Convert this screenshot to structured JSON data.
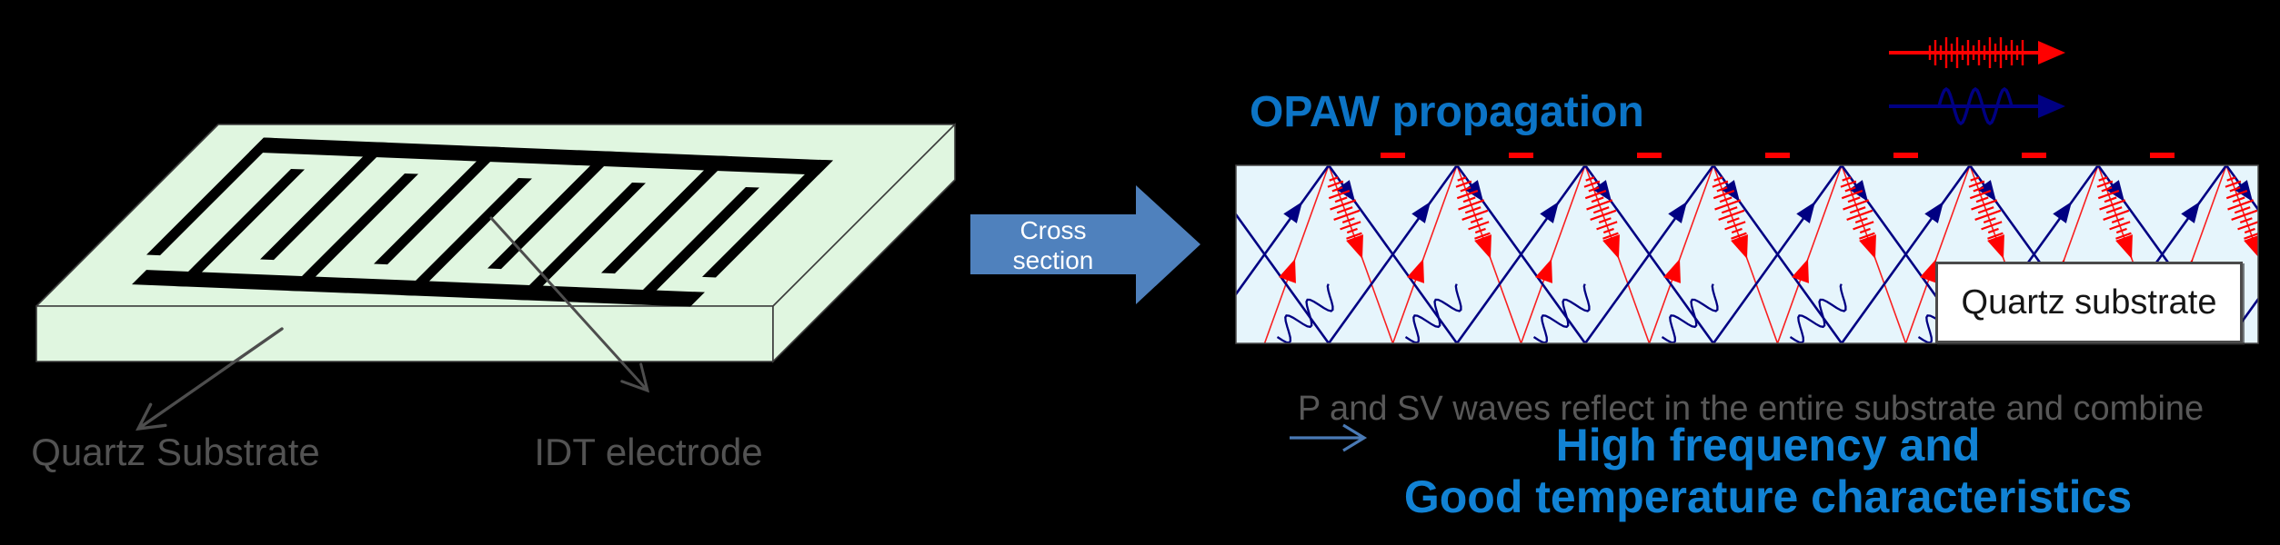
{
  "left_diagram": {
    "quartz_substrate_label": "Quartz Substrate",
    "idt_electrode_label": "IDT electrode"
  },
  "cross_section_arrow": {
    "line1": "Cross",
    "line2": "section"
  },
  "right_diagram": {
    "title": "OPAW propagation",
    "substrate_box_label": "Quartz substrate",
    "caption": "P and SV waves reflect in the entire substrate and combine",
    "conclusion_line1": "High frequency and",
    "conclusion_line2": "Good temperature characteristics"
  },
  "legend": {
    "p_wave_icon": "p-wave-arrow",
    "sv_wave_icon": "sv-wave-arrow"
  },
  "colors": {
    "background": "#000000",
    "slab_green": "#E0F6E0",
    "slab_edge": "#3C3C3C",
    "idt_black": "#000000",
    "gray_text": "#535353",
    "caption_gray": "#585858",
    "title_blue": "#0C74C6",
    "conclusion_blue": "#1182D4",
    "block_arrow_blue": "#4F81BD",
    "small_arrow_blue": "#4A7AB5",
    "substrate_fill": "#E6F5FC",
    "substrate_edge": "#4A4A4A",
    "wave_navy": "#000082",
    "wave_red": "#F92020",
    "electrode_red": "#FF0000",
    "white": "#FFFFFF"
  }
}
